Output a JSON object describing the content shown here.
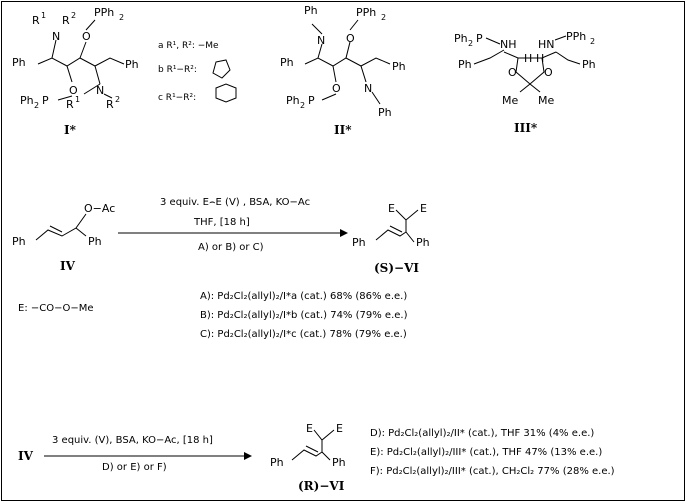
{
  "compounds": {
    "I": {
      "label": "I*"
    },
    "II": {
      "label": "II*"
    },
    "III": {
      "label": "III*"
    },
    "IV": {
      "label": "IV"
    },
    "S_VI": {
      "label": "(S)−VI"
    },
    "R_VI": {
      "label": "(R)−VI"
    }
  },
  "atoms": {
    "Ph": "Ph",
    "PPh2": "PPh",
    "Ph2P": "Ph",
    "N": "N",
    "O": "O",
    "R1": "R",
    "R2": "R",
    "NH": "NH",
    "HN": "HN",
    "H": "H",
    "Me": "Me",
    "OAc": "O−Ac",
    "E": "E"
  },
  "substituents": {
    "a": "a R¹, R²: −Me",
    "b": "b R¹−R²:",
    "c": "c R¹−R²:"
  },
  "reaction1": {
    "line1": "3 equiv. E⌢E  (V) , BSA, KO−Ac",
    "line2": "THF,  [18 h]",
    "line3": "A)  or B) or C)"
  },
  "e_definition": "E: −CO−O−Me",
  "results1": [
    "A):  Pd₂Cl₂(allyl)₂/I*a (cat.)  68% (86% e.e.)",
    "B):  Pd₂Cl₂(allyl)₂/I*b (cat.)  74% (79% e.e.)",
    "C):  Pd₂Cl₂(allyl)₂/I*c (cat.)  78% (79% e.e.)"
  ],
  "reaction2": {
    "line1": "3 equiv. (V), BSA, KO−Ac, [18 h]",
    "line2": "D) or E) or F)"
  },
  "results2": [
    "D): Pd₂Cl₂(allyl)₂/II* (cat.), THF       31% (4% e.e.)",
    "E): Pd₂Cl₂(allyl)₂/III* (cat.), THF      47% (13% e.e.)",
    "F): Pd₂Cl₂(allyl)₂/III* (cat.), CH₂Cl₂  77% (28% e.e.)"
  ]
}
